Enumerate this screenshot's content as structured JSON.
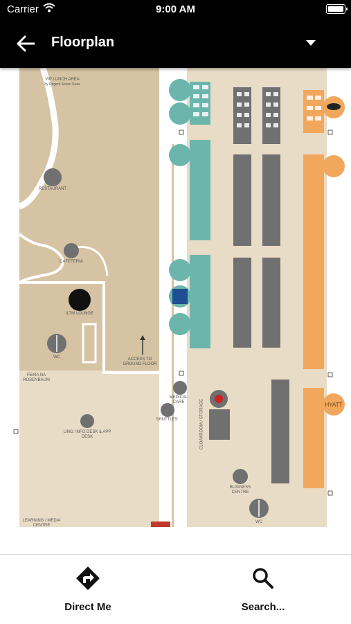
{
  "status_bar": {
    "carrier": "Carrier",
    "time": "9:00 AM"
  },
  "nav": {
    "title": "Floorplan"
  },
  "map": {
    "labels": {
      "vip": "VIP LUNCH AREA",
      "vip_sub": "by Regent Seven Seas",
      "restaurant": "RESTAURANT",
      "cafeteria": "CAFETERIA",
      "lounge": "ILTM LOUNGE",
      "wc_left": "WC",
      "feira": "FEIRA NA ROSENBAUM",
      "access": "ACCESS TO GROUND FLOOR",
      "medical": "MEDICAL CARE",
      "shuttles": "SHUTTLES",
      "info_desk": "LING. INFO DESK & APP DESK",
      "cloakroom": "CLOAKROOM / STORAGE",
      "business": "BUSINESS CENTRE",
      "wc_right": "WC",
      "learning": "LEARNING / MEDIA CENTRE",
      "hyatt": "HYATT"
    },
    "colors": {
      "sand": "#e9dcc6",
      "tan": "#d5c3a3",
      "teal": "#6bb5ac",
      "orange": "#f1a85d",
      "grey": "#707070"
    }
  },
  "tabs": [
    {
      "label": "Direct Me",
      "icon": "direction-icon"
    },
    {
      "label": "Search...",
      "icon": "search-icon"
    }
  ]
}
